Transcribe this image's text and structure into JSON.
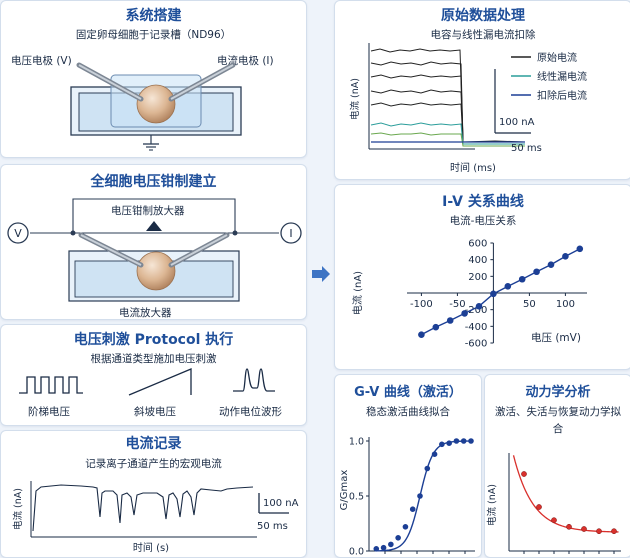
{
  "setup": {
    "title": "系统搭建",
    "subtitle": "固定卵母细胞于记录槽（ND96）",
    "electrode_v": "电压电极 (V)",
    "electrode_i": "电流电极 (I)"
  },
  "clamp": {
    "title": "全细胞电压钳制建立",
    "amplifier": "电压钳制放大器",
    "v_symbol": "V",
    "i_symbol": "I",
    "current_amp": "电流放大器"
  },
  "protocol": {
    "title": "电压刺激 Protocol 执行",
    "subtitle": "根据通道类型施加电压刺激",
    "items": [
      "阶梯电压",
      "斜坡电压",
      "动作电位波形"
    ]
  },
  "recording": {
    "title": "电流记录",
    "subtitle": "记录离子通道产生的宏观电流",
    "ylabel": "电流 (nA)",
    "xlabel": "时间 (s)",
    "scale_current": "100 nA",
    "scale_time": "50 ms"
  },
  "raw": {
    "title": "原始数据处理",
    "subtitle": "电容与线性漏电流扣除",
    "ylabel": "电流 (nA)",
    "xlabel": "时间 (ms)",
    "scale_current": "100 nA",
    "scale_time": "50 ms",
    "legend": [
      {
        "label": "原始电流",
        "color": "#222222"
      },
      {
        "label": "线性漏电流",
        "color": "#2a9d9a"
      },
      {
        "label": "扣除后电流",
        "color": "#1c3f95"
      }
    ]
  },
  "colors": {
    "accent": "#1f4f9a",
    "series": "#1c3f95",
    "fit_red": "#d9302c",
    "arrow": "#3e74c4"
  },
  "chart_data": [
    {
      "type": "scatter",
      "title": "I-V 关系曲线",
      "subtitle": "电流-电压关系",
      "xlabel": "电压 (mV)",
      "ylabel": "电流 (nA)",
      "xlim": [
        -120,
        130
      ],
      "ylim": [
        -600,
        600
      ],
      "xticks": [
        -100,
        -50,
        50,
        100
      ],
      "yticks": [
        -600,
        -400,
        -200,
        200,
        400,
        600
      ],
      "x": [
        -100,
        -80,
        -60,
        -40,
        -20,
        0,
        20,
        40,
        60,
        80,
        100,
        120
      ],
      "y": [
        -500,
        -410,
        -330,
        -245,
        -160,
        -10,
        80,
        165,
        255,
        340,
        440,
        530
      ]
    },
    {
      "type": "scatter",
      "title": "G-V 曲线（激活）",
      "subtitle": "稳态激活曲线拟合",
      "ylabel": "G/Gmax",
      "ylim": [
        0,
        1.0
      ],
      "yticks": [
        0,
        0.5,
        1.0
      ],
      "x": [
        1,
        2,
        3,
        4,
        5,
        6,
        7,
        8,
        9,
        10,
        11,
        12,
        13,
        14
      ],
      "y": [
        0.02,
        0.03,
        0.06,
        0.12,
        0.22,
        0.38,
        0.5,
        0.75,
        0.88,
        0.97,
        0.98,
        1.0,
        1.0,
        1.0
      ]
    },
    {
      "type": "scatter",
      "title": "动力学分析",
      "subtitle": "激活、失活与恢复动力学拟合",
      "ylabel": "电流 (nA)",
      "x": [
        1,
        2,
        3,
        4,
        5,
        6,
        7
      ],
      "y": [
        0.35,
        0.2,
        0.14,
        0.11,
        0.1,
        0.09,
        0.09
      ]
    }
  ]
}
